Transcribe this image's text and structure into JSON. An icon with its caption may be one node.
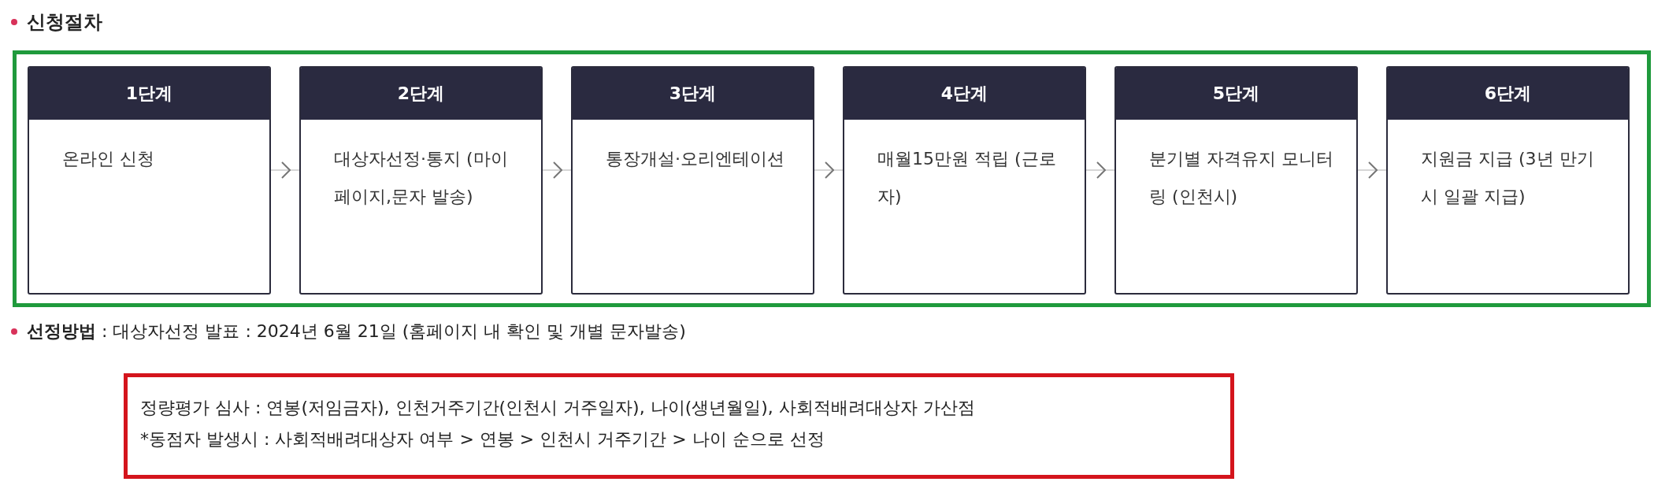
{
  "diagram": {
    "title": "신청절차",
    "nodes": [
      {
        "text": [],
        "shape": "box"
      },
      {
        "text": [
          "1단계",
          "온라인 신청"
        ],
        "in": 0
      },
      {
        "text": [
          "2단계",
          "대상자선정·통지 (마이페이지,문자 발송)"
        ],
        "in": 0
      },
      {
        "text": [
          "3단계",
          "통장개설·오리엔테이션"
        ],
        "in": 0
      },
      {
        "text": [
          "4단계",
          "매월15만원 적립 (근로자)"
        ],
        "in": 0
      },
      {
        "text": [
          "5단계",
          "분기별 자격유지 모니터링 (인천시)"
        ],
        "in": 0
      },
      {
        "text": [
          "6단계",
          "지원금 지급 (3년 만기시 일괄 지급)"
        ],
        "in": 0
      },
      {
        "text": [
          "정량평가 심사 : 연봉(저임금자), 인천거주기간(인천시 거주일자), 나이(생년월일), 사회적배려대상자 가산점",
          "*동점자 발생시 : 사회적배려대상자 여부 > 연봉 > 인천시 거주기간 > 나이 순으로 선정"
        ]
      }
    ],
    "edges": [
      {
        "from": 1,
        "to": 2,
        "arrow": "to"
      },
      {
        "from": 2,
        "to": 3,
        "arrow": "to"
      },
      {
        "from": 3,
        "to": 4,
        "arrow": "to"
      },
      {
        "from": 4,
        "to": 5,
        "arrow": "to"
      },
      {
        "from": 5,
        "to": 6,
        "arrow": "to"
      }
    ],
    "labels": [
      "**선정방법** : 대상자선정 발표 : 2024년 6월 21일 (홈페이지 내 확인 및 개별 문자발송)"
    ]
  }
}
